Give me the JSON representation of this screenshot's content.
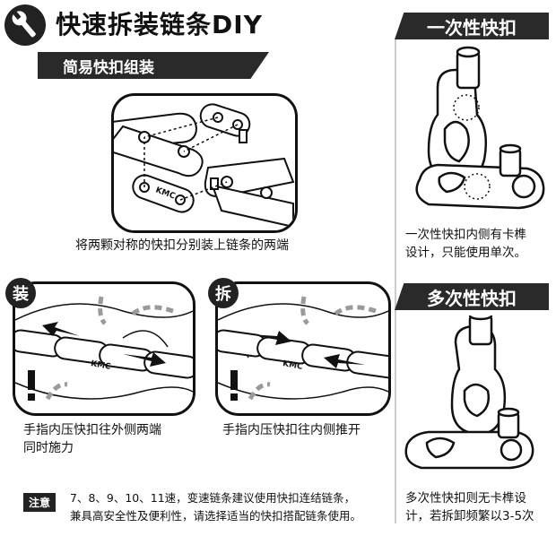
{
  "header": {
    "title": "快速拆装链条DIY",
    "subtitle": "简易快扣组装"
  },
  "main_panel": {
    "caption": "将两颗对称的快扣分别装上链条的两端",
    "chain_label": "KMC"
  },
  "install_panel": {
    "badge": "装",
    "caption_line1": "手指内压快扣往外侧两端",
    "caption_line2": "同时施力",
    "chain_label": "KMC"
  },
  "remove_panel": {
    "badge": "拆",
    "caption": "手指内压快扣往内侧推开",
    "chain_label": "KMC"
  },
  "note": {
    "tag": "注意",
    "line1": "7、8、9、10、11速，变速链条建议使用快扣连结链条，",
    "line2": "兼具高安全性及便利性，请选择适当的快扣搭配链条使用。"
  },
  "single_use": {
    "title": "一次性快扣",
    "desc_line1": "一次性快扣内侧有卡榫",
    "desc_line2": "设计，只能使用单次。"
  },
  "multi_use": {
    "title": "多次性快扣",
    "desc_line1": "多次性快扣则无卡榫设",
    "desc_line2": "计，若拆卸频繁以3-5次"
  },
  "colors": {
    "banner": "#2a2a2a",
    "ink": "#111111",
    "arrow": "#9a9a9a"
  },
  "icons": [
    "wrench-icon",
    "arrow-icon",
    "warning-icon"
  ]
}
